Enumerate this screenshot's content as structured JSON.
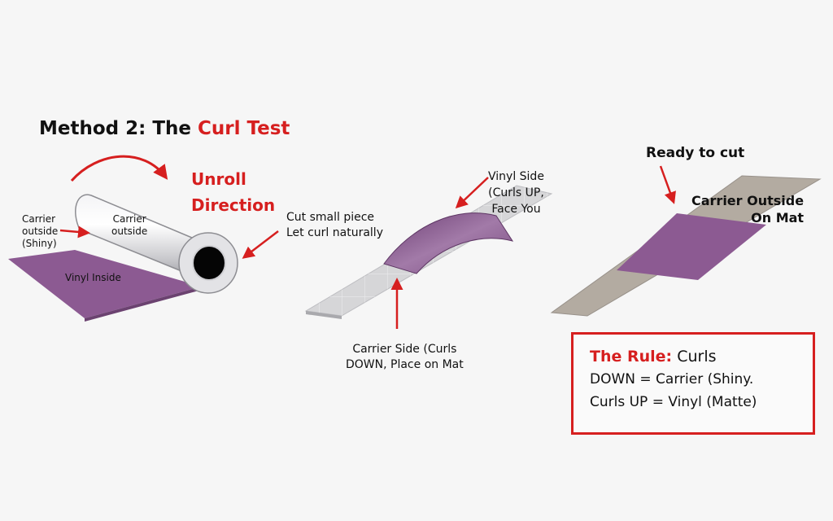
{
  "title": {
    "prefix": "Method 2: The",
    "highlight": "Curl Test"
  },
  "unroll": {
    "line1": "Unroll",
    "line2": "Direction"
  },
  "roll": {
    "carrier_outside_left": [
      "Carrier",
      "outside",
      "(Shiny)"
    ],
    "carrier_outside_body": [
      "Carrier",
      "outside"
    ],
    "vinyl_inside": "Vinyl Inside"
  },
  "cut": {
    "line1": "Cut small piece",
    "line2": "Let curl naturally"
  },
  "sample": {
    "vinyl_side": [
      "Vinyl Side",
      "(Curls UP,",
      "Face You"
    ],
    "carrier_side": [
      "Carrier Side (Curls",
      "DOWN, Place on Mat"
    ]
  },
  "mat": {
    "ready": "Ready to cut",
    "carrier_outside": "Carrier Outside",
    "on_mat": "On Mat"
  },
  "rule": {
    "label": "The Rule:",
    "line1_rest": "Curls",
    "line2": "DOWN = Carrier (Shiny.",
    "line3": "Curls UP = Vinyl (Matte)"
  },
  "colors": {
    "accent_red": "#d61f1f",
    "vinyl_purple": "#8c5a92",
    "mat_grey": "#d6d6d8",
    "mat_tan": "#b3aba1"
  },
  "icons": [
    "curved-arrow-icon",
    "arrow-icon"
  ]
}
